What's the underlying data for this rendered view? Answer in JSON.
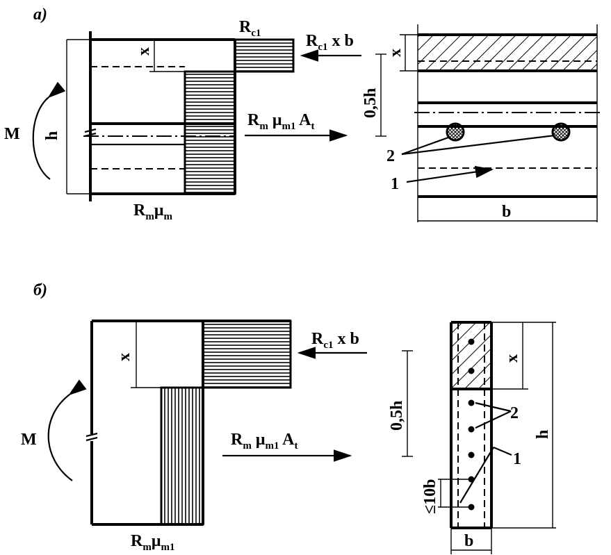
{
  "panel_a": {
    "tag": "а)",
    "label_rc_top": "R",
    "label_rc_top_sub": "c1",
    "label_force_c": "R",
    "label_force_c_sub": "c1",
    "label_force_c_rest": " x b",
    "label_force_t": "R",
    "label_force_t_sub": "m",
    "label_force_t_mu": " μ",
    "label_force_t_mu_sub": "m1",
    "label_force_t_rest": " A",
    "label_force_t_rest_sub": "t",
    "label_bottom": "R",
    "label_bottom_sub": "m",
    "label_bottom_mu": "μ",
    "label_bottom_mu_sub": "m",
    "label_moment": "M",
    "label_h": "h",
    "label_x_left": "x",
    "label_x_right": "x",
    "label_half_h": "0,5h",
    "label_b": "b",
    "label_2": "2",
    "label_1": "1"
  },
  "panel_b": {
    "tag": "б)",
    "label_force_c": "R",
    "label_force_c_sub": "c1",
    "label_force_c_rest": " x b",
    "label_force_t": "R",
    "label_force_t_sub": "m",
    "label_force_t_mu": " μ",
    "label_force_t_mu_sub": "m1",
    "label_force_t_rest": " A",
    "label_force_t_rest_sub": "t",
    "label_bottom": "R",
    "label_bottom_sub": "m",
    "label_bottom_mu": "μ",
    "label_bottom_mu_sub": "m1",
    "label_moment": "M",
    "label_x_left": "x",
    "label_x_right": "x",
    "label_half_h": "0,5h",
    "label_h": "h",
    "label_b": "b",
    "label_2": "2",
    "label_1": "1",
    "label_spacing": "≤10b"
  }
}
